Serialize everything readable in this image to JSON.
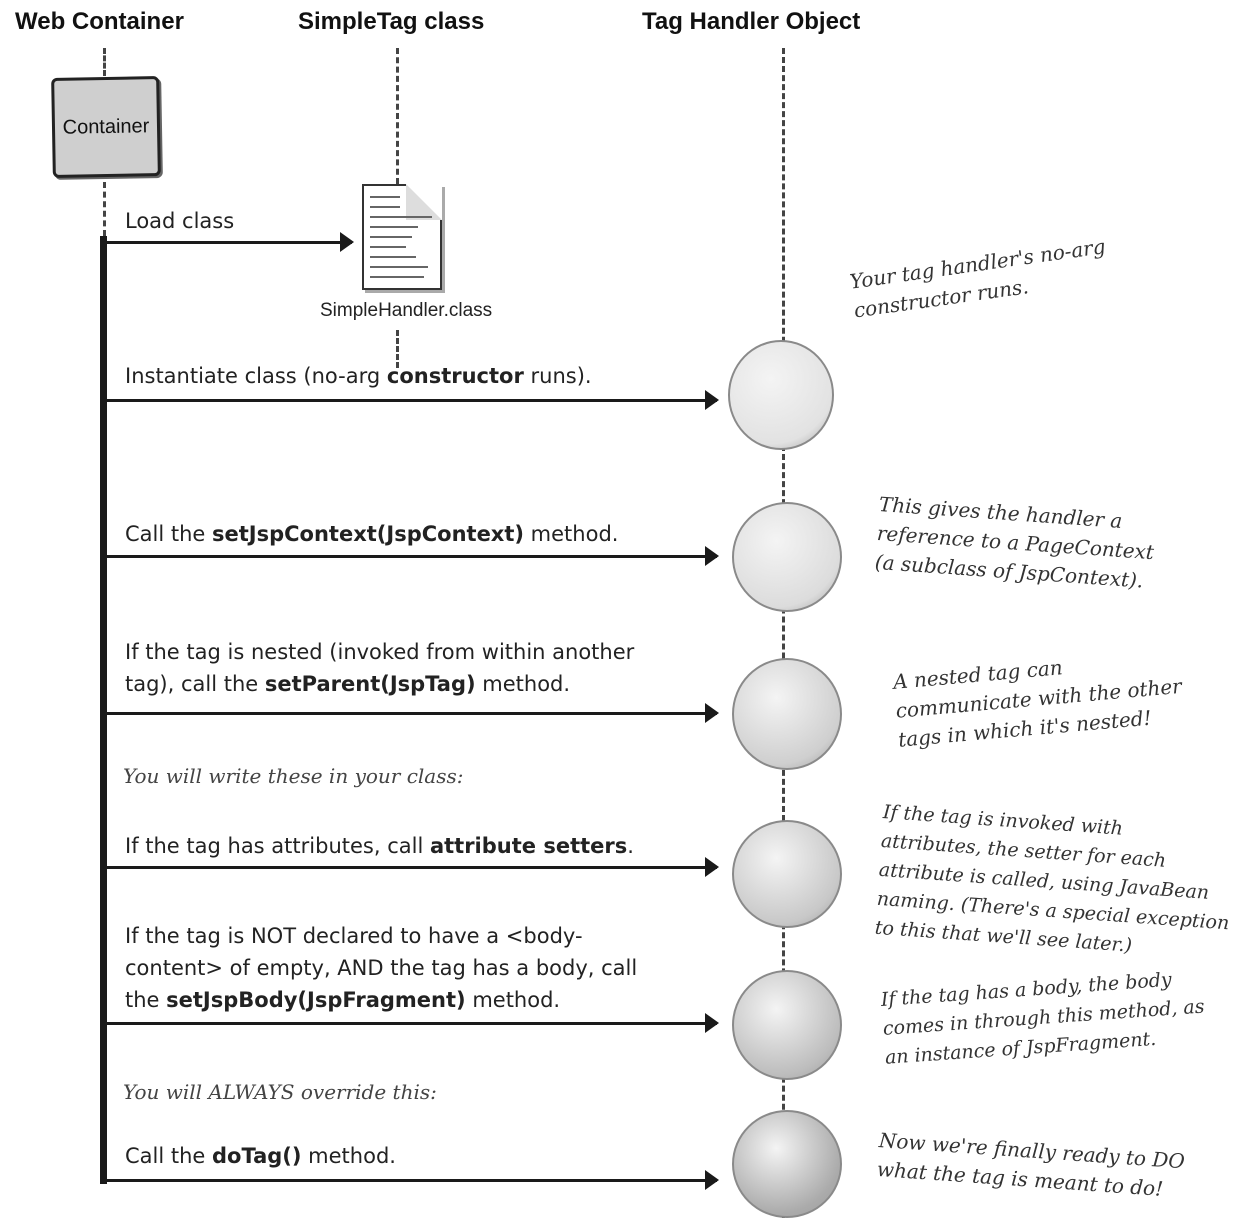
{
  "headers": {
    "web_container": "Web Container",
    "simpletag_class": "SimpleTag class",
    "tag_handler_object": "Tag Handler Object"
  },
  "container_box": {
    "label": "Container"
  },
  "file": {
    "label": "SimpleHandler.class",
    "icon": "class-file-icon"
  },
  "steps": {
    "load": {
      "text": "Load class"
    },
    "instantiate": {
      "pre": "Instantiate class (no-arg ",
      "bold": "constructor",
      "post": " runs)."
    },
    "setjspcontext": {
      "pre": "Call the ",
      "bold": "setJspContext(JspContext)",
      "post": " method."
    },
    "setparent": {
      "line1": "If the tag is nested (invoked from within another",
      "pre": "tag), call the ",
      "bold": "setParent(JspTag)",
      "post": " method."
    },
    "attributes": {
      "pre": "If the tag has attributes, call ",
      "bold": "attribute setters",
      "post": "."
    },
    "setjspbody": {
      "line1": "If the tag is NOT declared to have a <body-",
      "line2": "content> of empty, AND the tag has a body, call",
      "pre": "the ",
      "bold": "setJspBody(JspFragment)",
      "post": " method."
    },
    "dotag": {
      "pre": "Call the ",
      "bold": "doTag()",
      "post": " method."
    }
  },
  "section_notes": {
    "write_these": "You will write these in your class:",
    "always_override": "You will ALWAYS override this:"
  },
  "annotations": {
    "constructor": [
      "Your tag handler's no-arg",
      "constructor runs."
    ],
    "pagecontext": [
      "This gives the handler a",
      "reference to a PageContext",
      "(a subclass of JspContext)."
    ],
    "nested": [
      "A nested tag can",
      "communicate with the other",
      "tags in which it's nested!"
    ],
    "attribute_setters": [
      "If the tag is invoked with",
      "attributes, the setter for each",
      "attribute is called, using JavaBean",
      "naming. (There's a special exception",
      "to this that we'll see later.)"
    ],
    "body": [
      "If the tag has a body, the body",
      "comes in through this method, as",
      "an instance of JspFragment."
    ],
    "dotag": [
      "Now we're finally ready to DO",
      "what the tag is meant to do!"
    ]
  },
  "colors": {
    "circle_shades": [
      "#e2e2e2",
      "#dcdcdc",
      "#cfcfcf",
      "#c8c8c8",
      "#bdbdbd",
      "#ababab"
    ],
    "line": "#1a1a1a"
  }
}
